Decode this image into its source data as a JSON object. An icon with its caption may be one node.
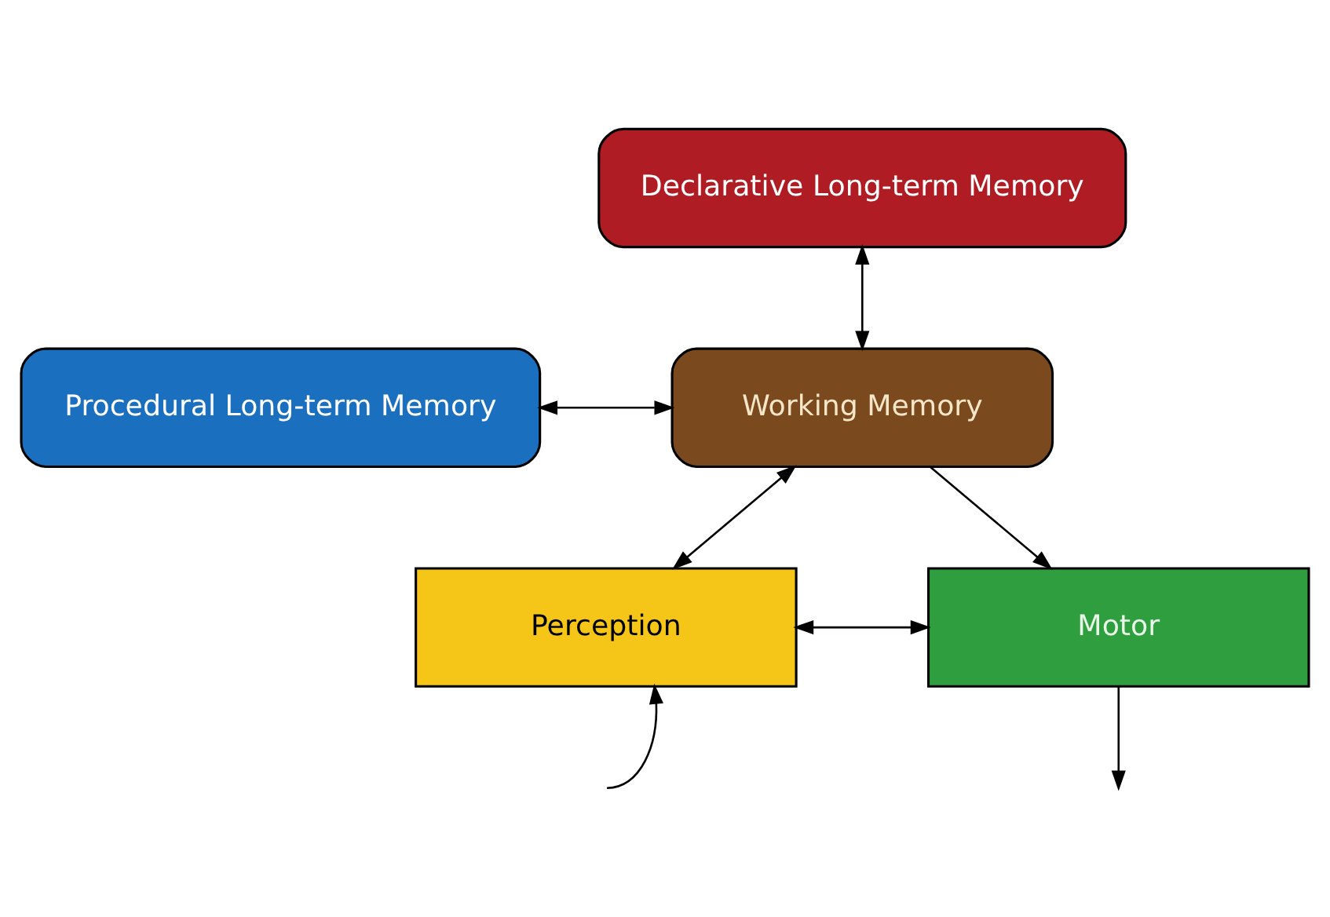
{
  "diagram": {
    "nodes": [
      {
        "text": [
          "Declarative Long-term Memory"
        ]
      },
      {
        "text": [
          "Procedural Long-term Memory"
        ]
      },
      {
        "text": [
          "Working Memory"
        ]
      },
      {
        "text": [
          "Perception"
        ]
      },
      {
        "text": [
          "Motor"
        ]
      }
    ],
    "edges": [
      {
        "from": 0,
        "to": 2,
        "arrow": "both"
      },
      {
        "from": 1,
        "to": 2,
        "arrow": "both"
      },
      {
        "from": 2,
        "to": 3,
        "arrow": "both"
      },
      {
        "from": 2,
        "to": 4,
        "arrow": "to"
      },
      {
        "from": 3,
        "to": 4,
        "arrow": "both"
      },
      {
        "from": null,
        "to": 3,
        "arrow": "to"
      },
      {
        "from": 4,
        "to": null,
        "arrow": "to"
      }
    ]
  }
}
